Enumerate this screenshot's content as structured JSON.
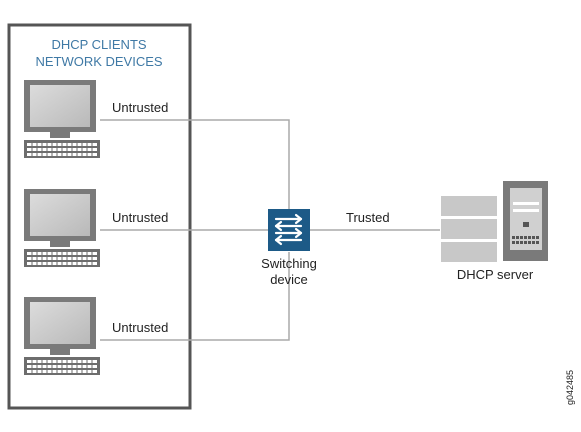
{
  "client_group": {
    "title_line1": "DHCP CLIENTS",
    "title_line2": "NETWORK DEVICES"
  },
  "clients": [
    {
      "label": "Untrusted",
      "icon": "desktop-computer-icon"
    },
    {
      "label": "Untrusted",
      "icon": "desktop-computer-icon"
    },
    {
      "label": "Untrusted",
      "icon": "desktop-computer-icon"
    }
  ],
  "switch": {
    "label_line1": "Switching",
    "label_line2": "device",
    "icon": "switch-icon"
  },
  "uplink": {
    "label": "Trusted"
  },
  "server": {
    "label": "DHCP server",
    "icon": "server-icon"
  },
  "figure_id": "g042485",
  "colors": {
    "group_border": "#555555",
    "group_title": "#3f79a5",
    "link_line": "#aaaaaa",
    "switch_fill": "#1d5a87",
    "monitor_bezel": "#7a7a7a",
    "monitor_screen": "#c9c9c9",
    "server_gray": "#c8c8c8"
  }
}
